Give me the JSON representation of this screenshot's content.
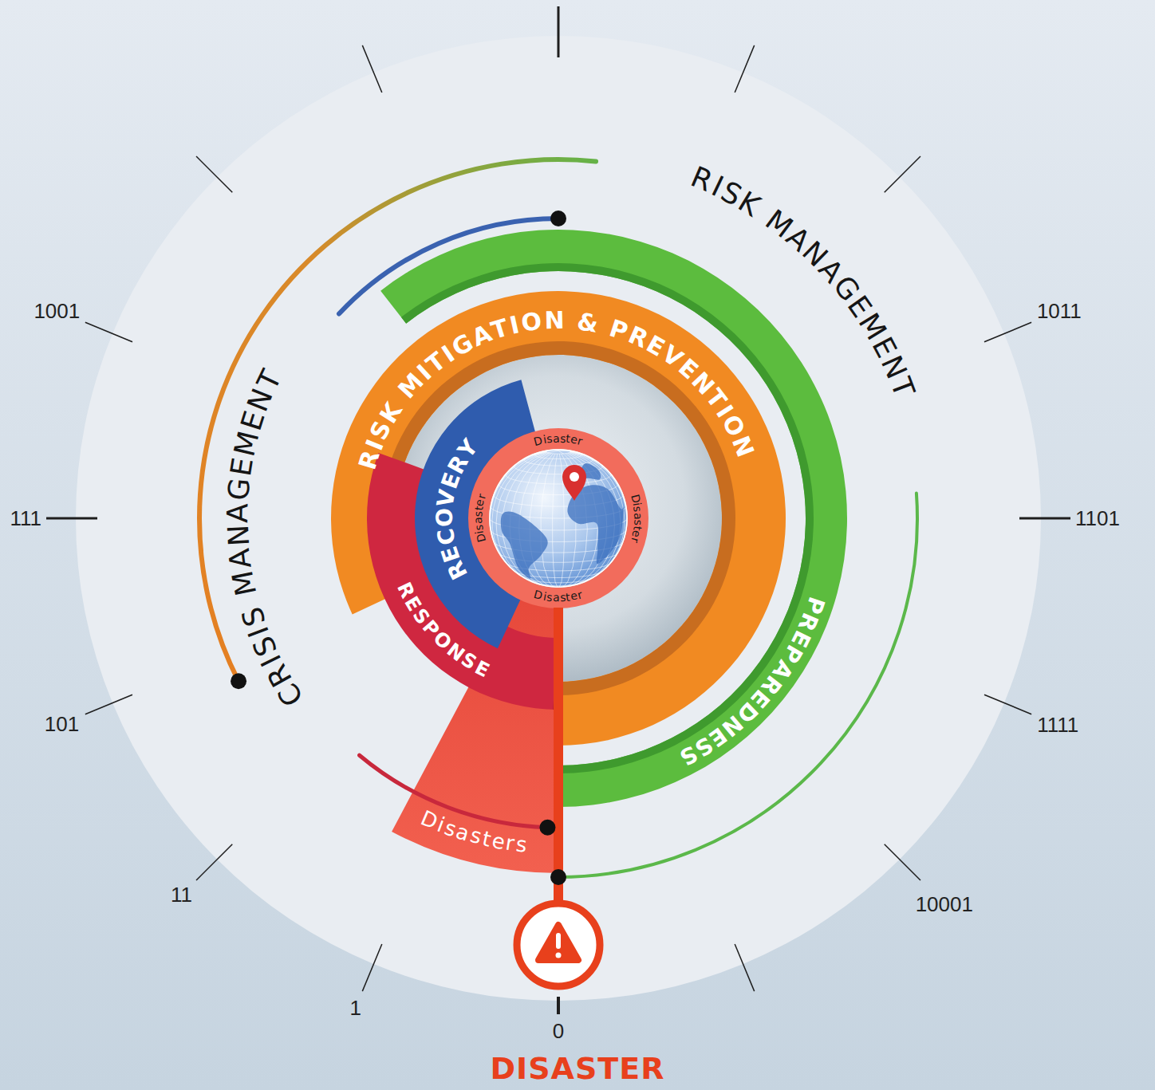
{
  "diagram": {
    "title": "DISASTER",
    "nodes": [
      {
        "text": [
          "RISK MITIGATION & PREVENTION"
        ]
      },
      {
        "text": [
          "PREPAREDNESS"
        ]
      },
      {
        "text": [
          "Disasters"
        ]
      },
      {
        "text": [
          "RESPONSE"
        ]
      },
      {
        "text": [
          "RECOVERY"
        ]
      },
      {
        "text": [
          "Disaster",
          "Disaster",
          "Disaster",
          "Disaster"
        ]
      }
    ],
    "labels": [
      "RISK MANAGEMENT",
      "CRISIS MANAGEMENT",
      "1001",
      "111",
      "101",
      "11",
      "1",
      "0",
      "10001",
      "1111",
      "1101",
      "1011"
    ]
  }
}
